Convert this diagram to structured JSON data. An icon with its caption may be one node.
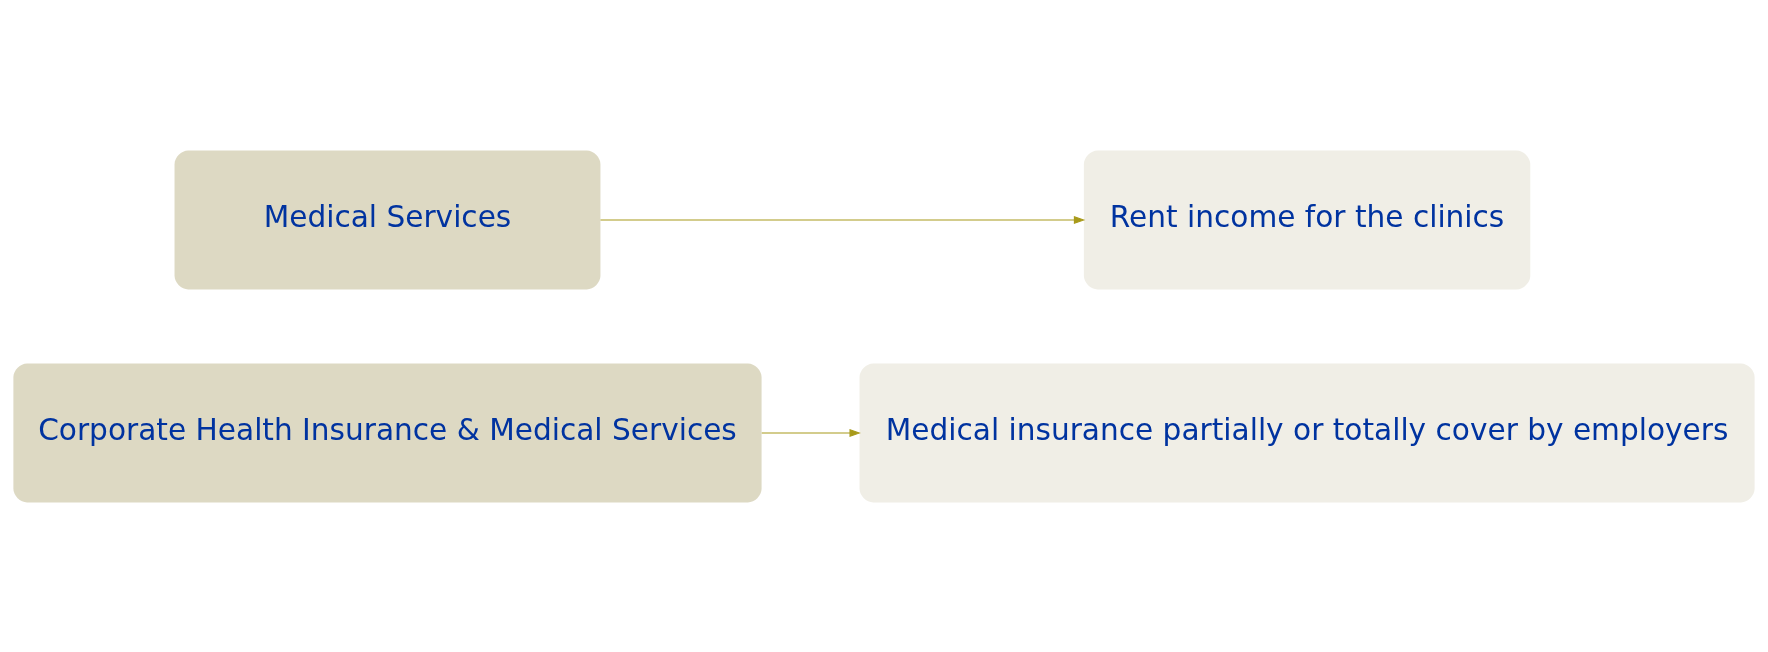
{
  "diagram": {
    "nodes": [
      {
        "text": [
          "Corporate Health Insurance & Medical Services"
        ]
      },
      {
        "text": [
          "Medical insurance partially or totally cover by employers"
        ]
      },
      {
        "text": [
          "Medical Services"
        ]
      },
      {
        "text": [
          "Rent income for the clinics"
        ]
      }
    ],
    "edges": [
      {
        "from": 0,
        "to": 1,
        "arrow": "to"
      },
      {
        "from": 2,
        "to": 3,
        "arrow": "to"
      }
    ]
  }
}
